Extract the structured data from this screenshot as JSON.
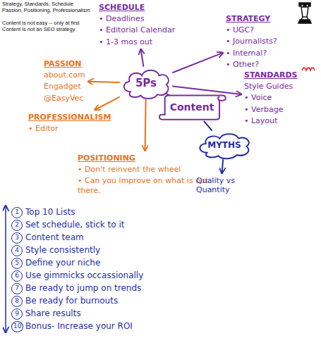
{
  "diagram": {
    "nodes": [
      {
        "text": [
          "SCHEDULE",
          "• Deadlines",
          "• Editorial Calendar",
          "• 1-3 mos out"
        ]
      },
      {
        "text": [
          "STRATEGY",
          "• UGC?",
          "• Journalists?",
          "• Internal?",
          "• Other?"
        ]
      },
      {
        "text": [
          "PASSION",
          "about.com",
          "Engadget",
          "@EasyVec"
        ]
      },
      {
        "text": [
          "5Ps"
        ]
      },
      {
        "text": [
          "STANDARDS",
          "Style Guides",
          "• Voice",
          "• Verbage",
          "• Layout"
        ]
      },
      {
        "text": [
          "PROFESSIONALISM",
          "• Editor"
        ]
      },
      {
        "text": [
          "Content"
        ]
      },
      {
        "text": [
          "MYTHS"
        ]
      },
      {
        "text": [
          "POSITIONING",
          "• Don't reinvent the wheel",
          "• Can you improve on what is out there."
        ]
      },
      {
        "text": [
          "Quality vs Quantity"
        ]
      }
    ],
    "edges": [
      {
        "from": 3,
        "to": 0,
        "arrow": "to"
      },
      {
        "from": 3,
        "to": 1,
        "arrow": "to"
      },
      {
        "from": 3,
        "to": 4,
        "arrow": "to"
      },
      {
        "from": 3,
        "to": 2,
        "arrow": "to"
      },
      {
        "from": 3,
        "to": 5,
        "arrow": "to"
      },
      {
        "from": 3,
        "to": 8,
        "arrow": "to"
      },
      {
        "from": 3,
        "to": 6,
        "arrow": "none"
      },
      {
        "from": 6,
        "to": 7,
        "arrow": "none"
      },
      {
        "from": 7,
        "to": 9,
        "arrow": "to"
      }
    ],
    "labels": [
      "Strategy, Standards, Schedule",
      "Passion, Positioning, Professionalism",
      "Content is not easy -- only at first",
      "Content is not an SEO strategy",
      "1",
      "Top 10 Lists",
      "2",
      "Set schedule, stick to it",
      "3",
      "Content team",
      "4",
      "Style consistently",
      "5",
      "Define your niche",
      "6",
      "Use gimmicks occassionally",
      "7",
      "Be ready to jump on trends",
      "8",
      "Be ready for burnouts",
      "9",
      "Share results",
      "10",
      "Bonus- Increase your ROI"
    ]
  }
}
